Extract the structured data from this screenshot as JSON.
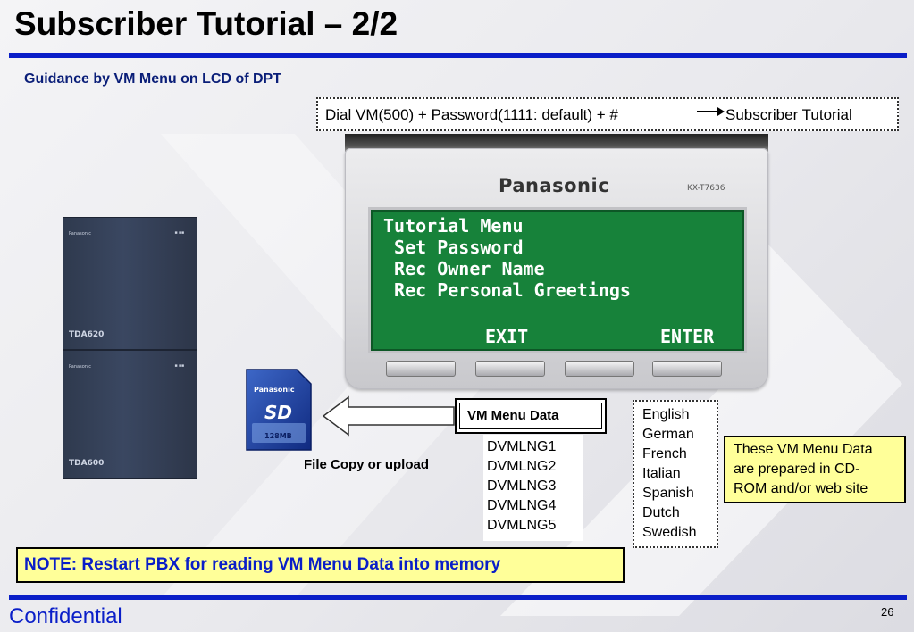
{
  "slide": {
    "title": "Subscriber Tutorial – 2/2",
    "subtitle": "Guidance by VM Menu on LCD of DPT",
    "dial_instruction": "Dial VM(500) + Password(1111: default) + #",
    "dial_destination": "Subscriber Tutorial"
  },
  "phone": {
    "brand": "Panasonic",
    "model": "KX-T7636",
    "lcd_lines": [
      "Tutorial Menu",
      " Set Password",
      " Rec Owner Name",
      " Rec Personal Greetings"
    ],
    "softkey_left": "EXIT",
    "softkey_right": "ENTER"
  },
  "pbx": {
    "brand": "Panasonic",
    "upper_model": "TDA620",
    "lower_model": "TDA600"
  },
  "sd_card": {
    "brand": "Panasonic",
    "logo": "SD",
    "capacity": "128MB"
  },
  "copy_label": "File Copy or upload",
  "vm_menu_data": {
    "title": "VM Menu Data",
    "files": [
      "DVMLNG1",
      "DVMLNG2",
      "DVMLNG3",
      "DVMLNG4",
      "DVMLNG5"
    ]
  },
  "languages": [
    "English",
    "German",
    "French",
    "Italian",
    "Spanish",
    "Dutch",
    "Swedish"
  ],
  "info_note": [
    "These VM Menu Data",
    "are prepared in CD-",
    "ROM and/or web site"
  ],
  "note": "NOTE: Restart PBX for reading VM Menu Data into memory",
  "footer": {
    "label": "Confidential",
    "page_number": "26"
  },
  "colors": {
    "accent_blue": "#0a1ec8",
    "note_yellow": "#ffff99",
    "lcd_green": "#17823a"
  }
}
